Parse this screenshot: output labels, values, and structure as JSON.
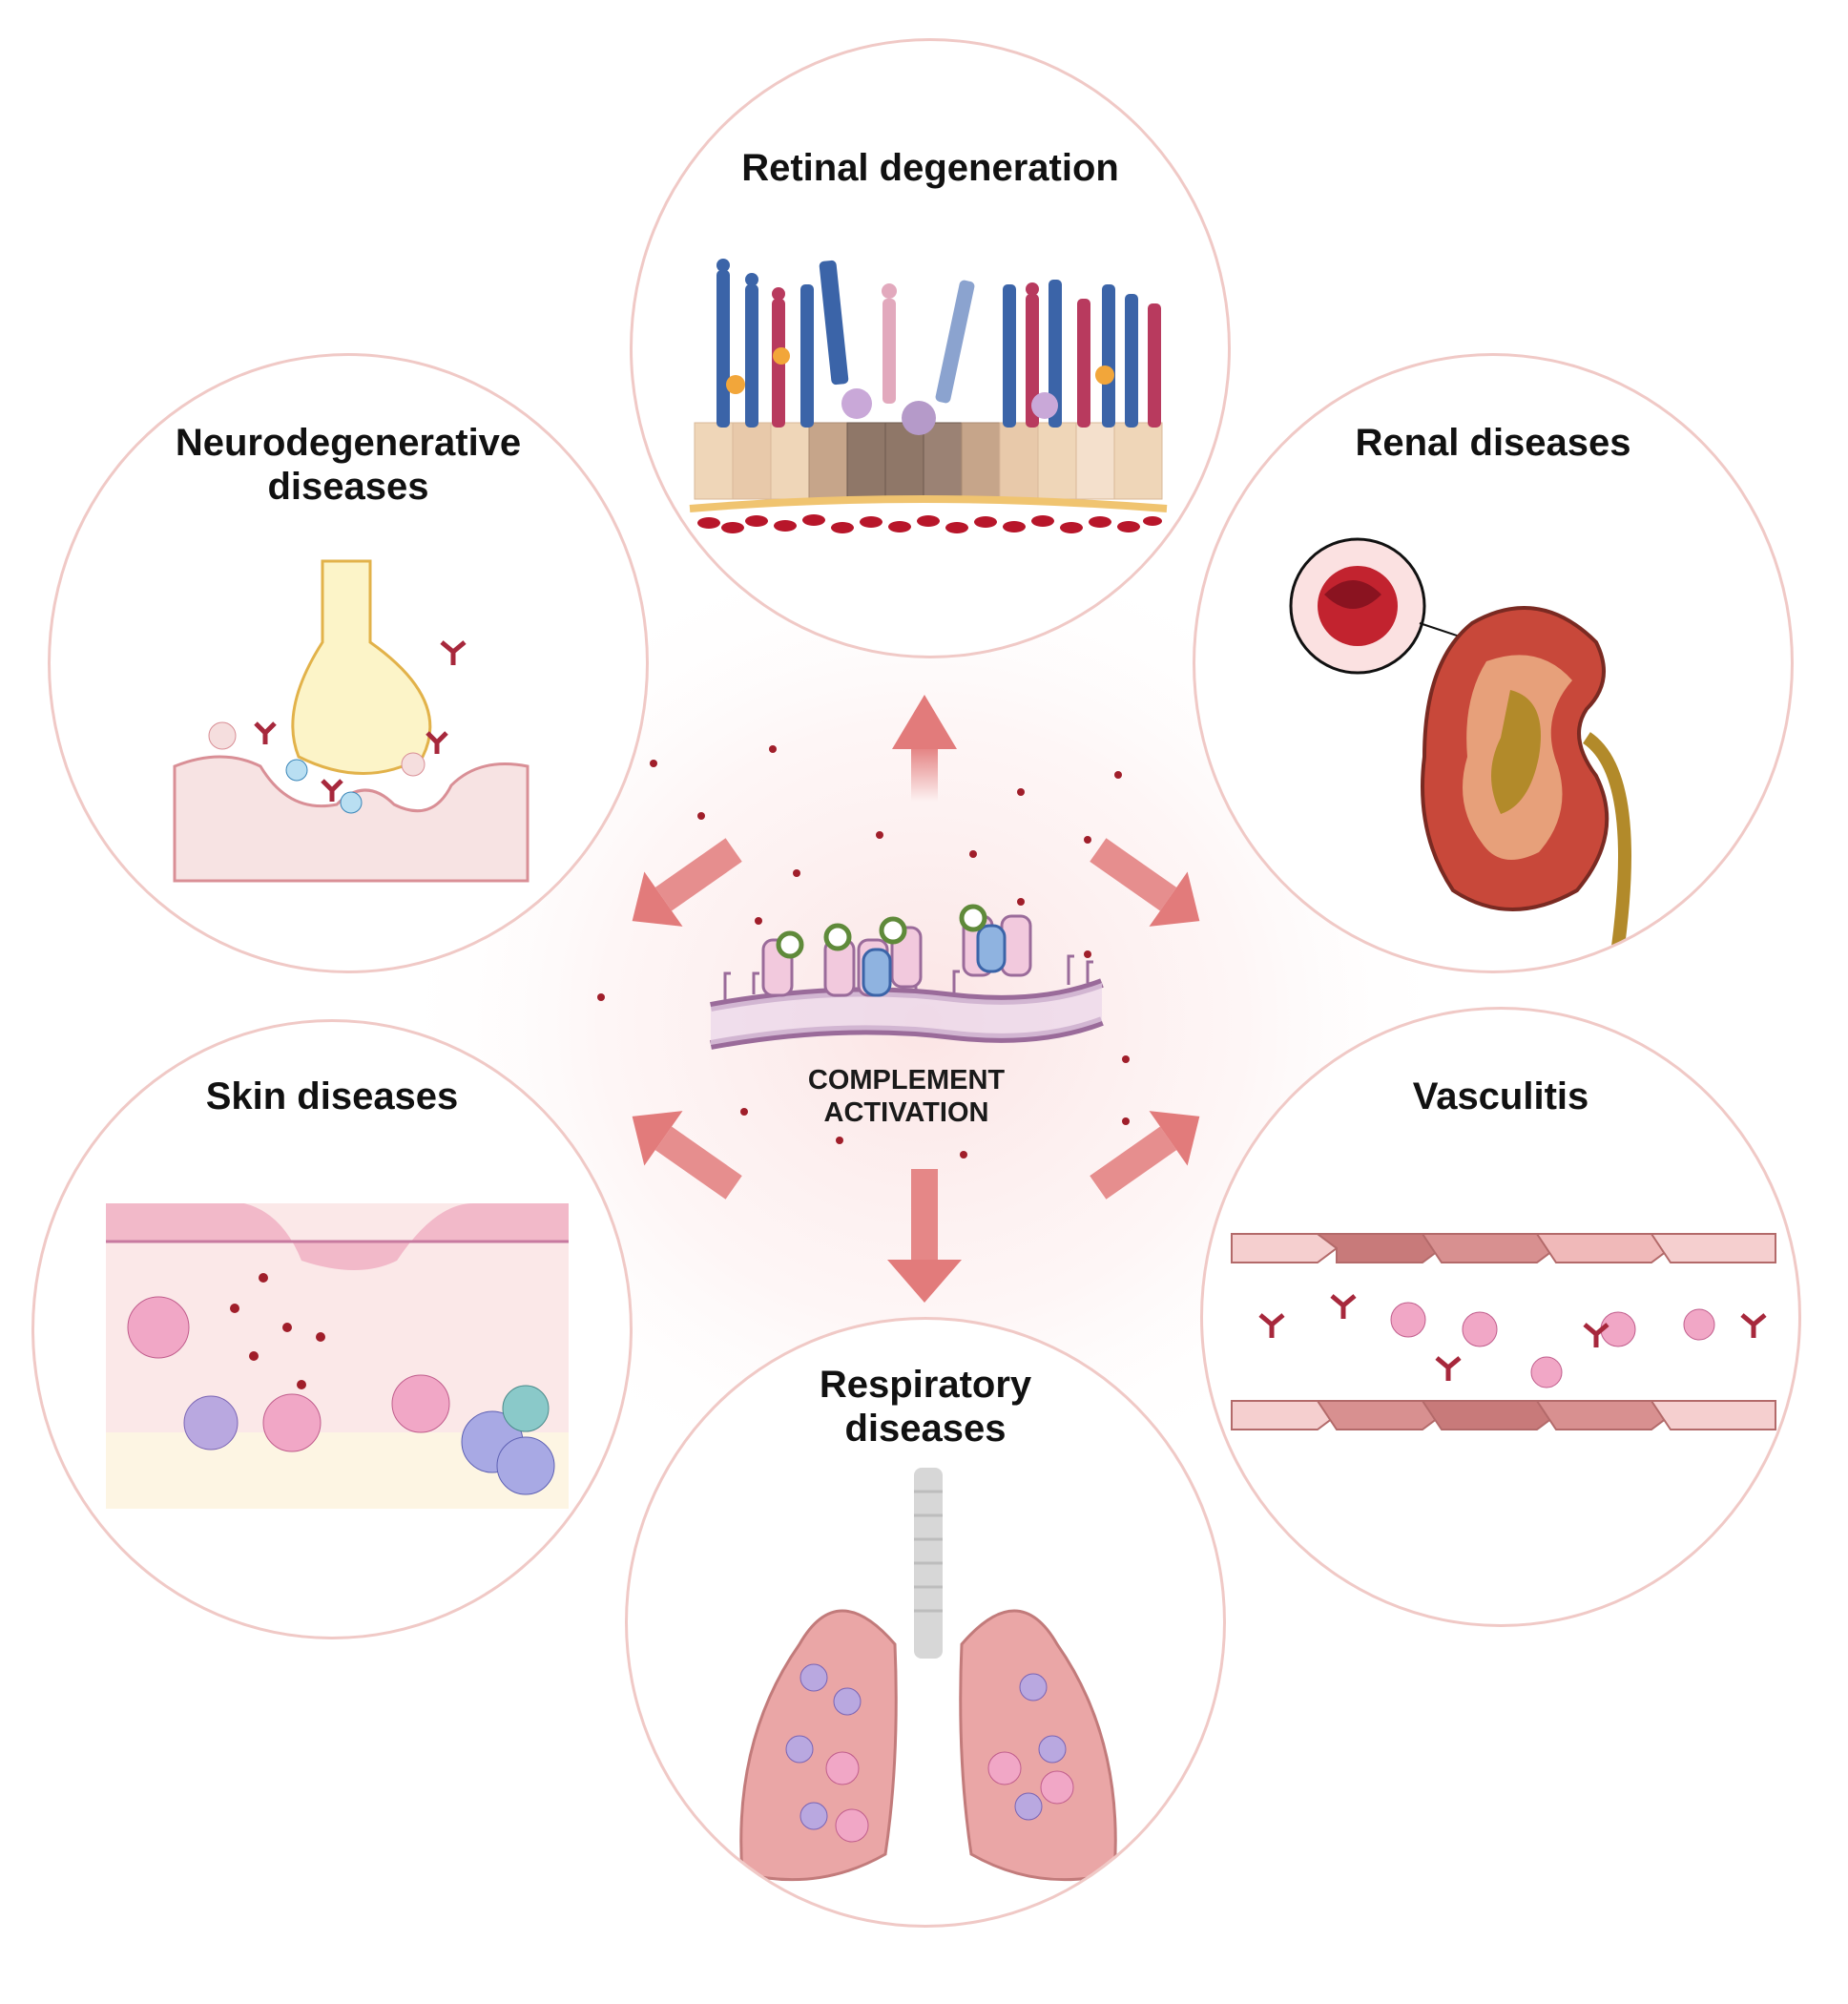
{
  "center": {
    "label_line1": "COMPLEMENT",
    "label_line2": "ACTIVATION"
  },
  "panels": {
    "retinal": {
      "title": "Retinal degeneration"
    },
    "neuro": {
      "title_line1": "Neurodegenerative",
      "title_line2": "diseases"
    },
    "renal": {
      "title": "Renal diseases"
    },
    "skin": {
      "title": "Skin diseases"
    },
    "vasculitis": {
      "title": "Vasculitis"
    },
    "respiratory": {
      "title_line1": "Respiratory",
      "title_line2": "diseases"
    }
  },
  "colors": {
    "circle_border": "#f0c9c6",
    "arrow": "#e27b7b",
    "glow": "#fbe3e3",
    "membrane": "#9a6b9a",
    "complement_protein": "#f2c9dd",
    "blue_protein": "#8fb3e0",
    "green_ring": "#5f8a3a",
    "dot": "#a01e2a"
  }
}
